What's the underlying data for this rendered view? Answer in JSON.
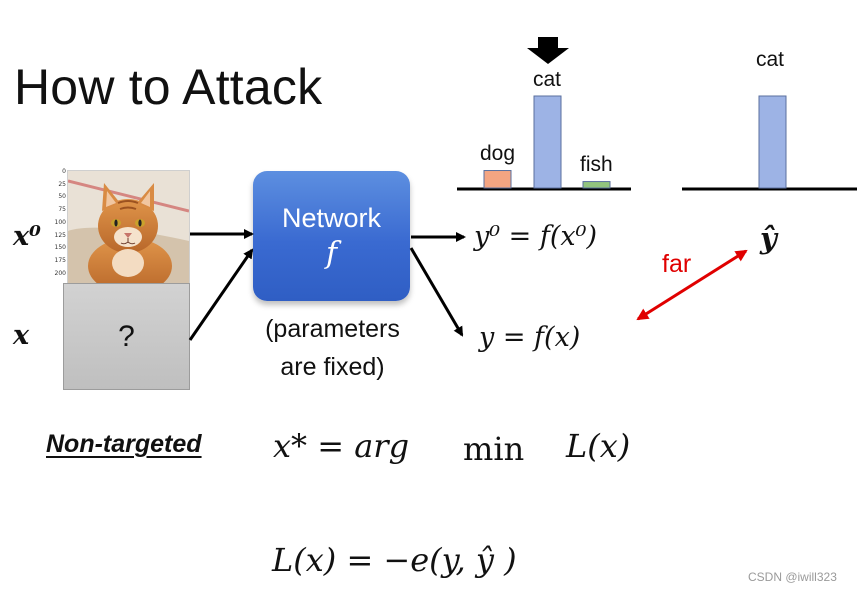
{
  "slide": {
    "title": "How to Attack",
    "axis_ticks": [
      "0",
      "25",
      "50",
      "75",
      "100",
      "125",
      "150",
      "175",
      "200"
    ],
    "input": {
      "x0_label": "x⁰",
      "x_label": "x",
      "unknown_symbol": "?"
    },
    "network": {
      "label": "Network",
      "function": "f",
      "note_line1": "(parameters",
      "note_line2": "are fixed)"
    },
    "outputs": {
      "y0_equation": "y⁰ = f(x⁰)",
      "y_equation": "y = f(x)",
      "yhat": "ŷ",
      "far_label": "far"
    },
    "bars_y0": [
      {
        "label": "dog",
        "value": 0.19,
        "color": "#f4a582"
      },
      {
        "label": "cat",
        "value": 1.0,
        "color": "#9db3e5"
      },
      {
        "label": "fish",
        "value": 0.07,
        "color": "#92c47e"
      }
    ],
    "bars_yhat": [
      {
        "label": "cat",
        "value": 1.0,
        "color": "#9db3e5"
      }
    ],
    "formulas": {
      "nontargeted_label": "Non-targeted",
      "opt_lhs": "x* = arg",
      "opt_min": "min",
      "opt_rhs": "L(x)",
      "loss": "L(x) = −e(y, ŷ )"
    },
    "watermark": "CSDN @iwill323"
  },
  "colors": {
    "network_blue": "#3a6ad1",
    "far_red": "#e00000",
    "bar_blue": "#9db3e5",
    "bar_orange": "#f4a582",
    "bar_green": "#92c47e"
  }
}
